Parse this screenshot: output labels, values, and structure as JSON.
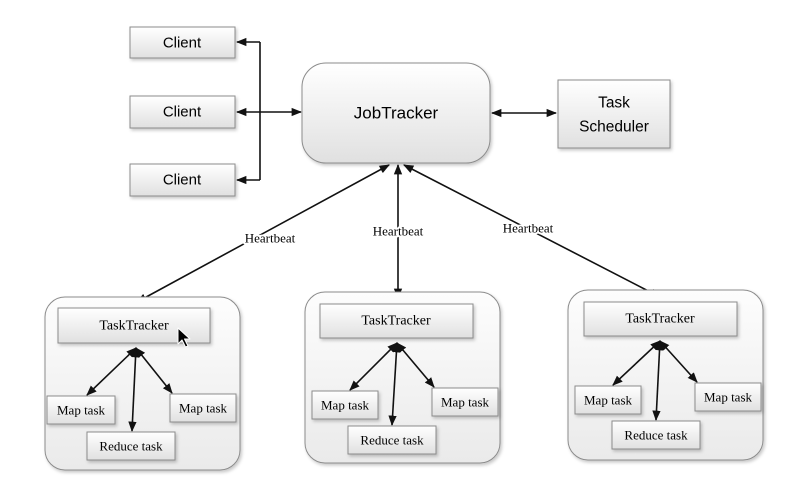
{
  "clients": [
    {
      "label": "Client"
    },
    {
      "label": "Client"
    },
    {
      "label": "Client"
    }
  ],
  "job_tracker": {
    "label": "JobTracker"
  },
  "task_scheduler": {
    "label_line1": "Task",
    "label_line2": "Scheduler"
  },
  "heartbeat_labels": [
    "Heartbeat",
    "Heartbeat",
    "Heartbeat"
  ],
  "task_tracker_nodes": [
    {
      "tracker_label": "TaskTracker",
      "map_task_left": "Map task",
      "map_task_right": "Map task",
      "reduce_task": "Reduce task"
    },
    {
      "tracker_label": "TaskTracker",
      "map_task_left": "Map task",
      "map_task_right": "Map task",
      "reduce_task": "Reduce task"
    },
    {
      "tracker_label": "TaskTracker",
      "map_task_left": "Map task",
      "map_task_right": "Map task",
      "reduce_task": "Reduce task"
    }
  ],
  "colors": {
    "arrow": "#111111",
    "text": "#000000",
    "box_stroke": "#8c8c8c",
    "box_fill_top": "#ffffff",
    "box_fill_bottom": "#e0e0e0",
    "group_fill_top": "#fdfdfd",
    "group_fill_bottom": "#eaeaea",
    "background": "#ffffff"
  },
  "icons": {
    "cursor": "mouse-cursor-icon"
  }
}
